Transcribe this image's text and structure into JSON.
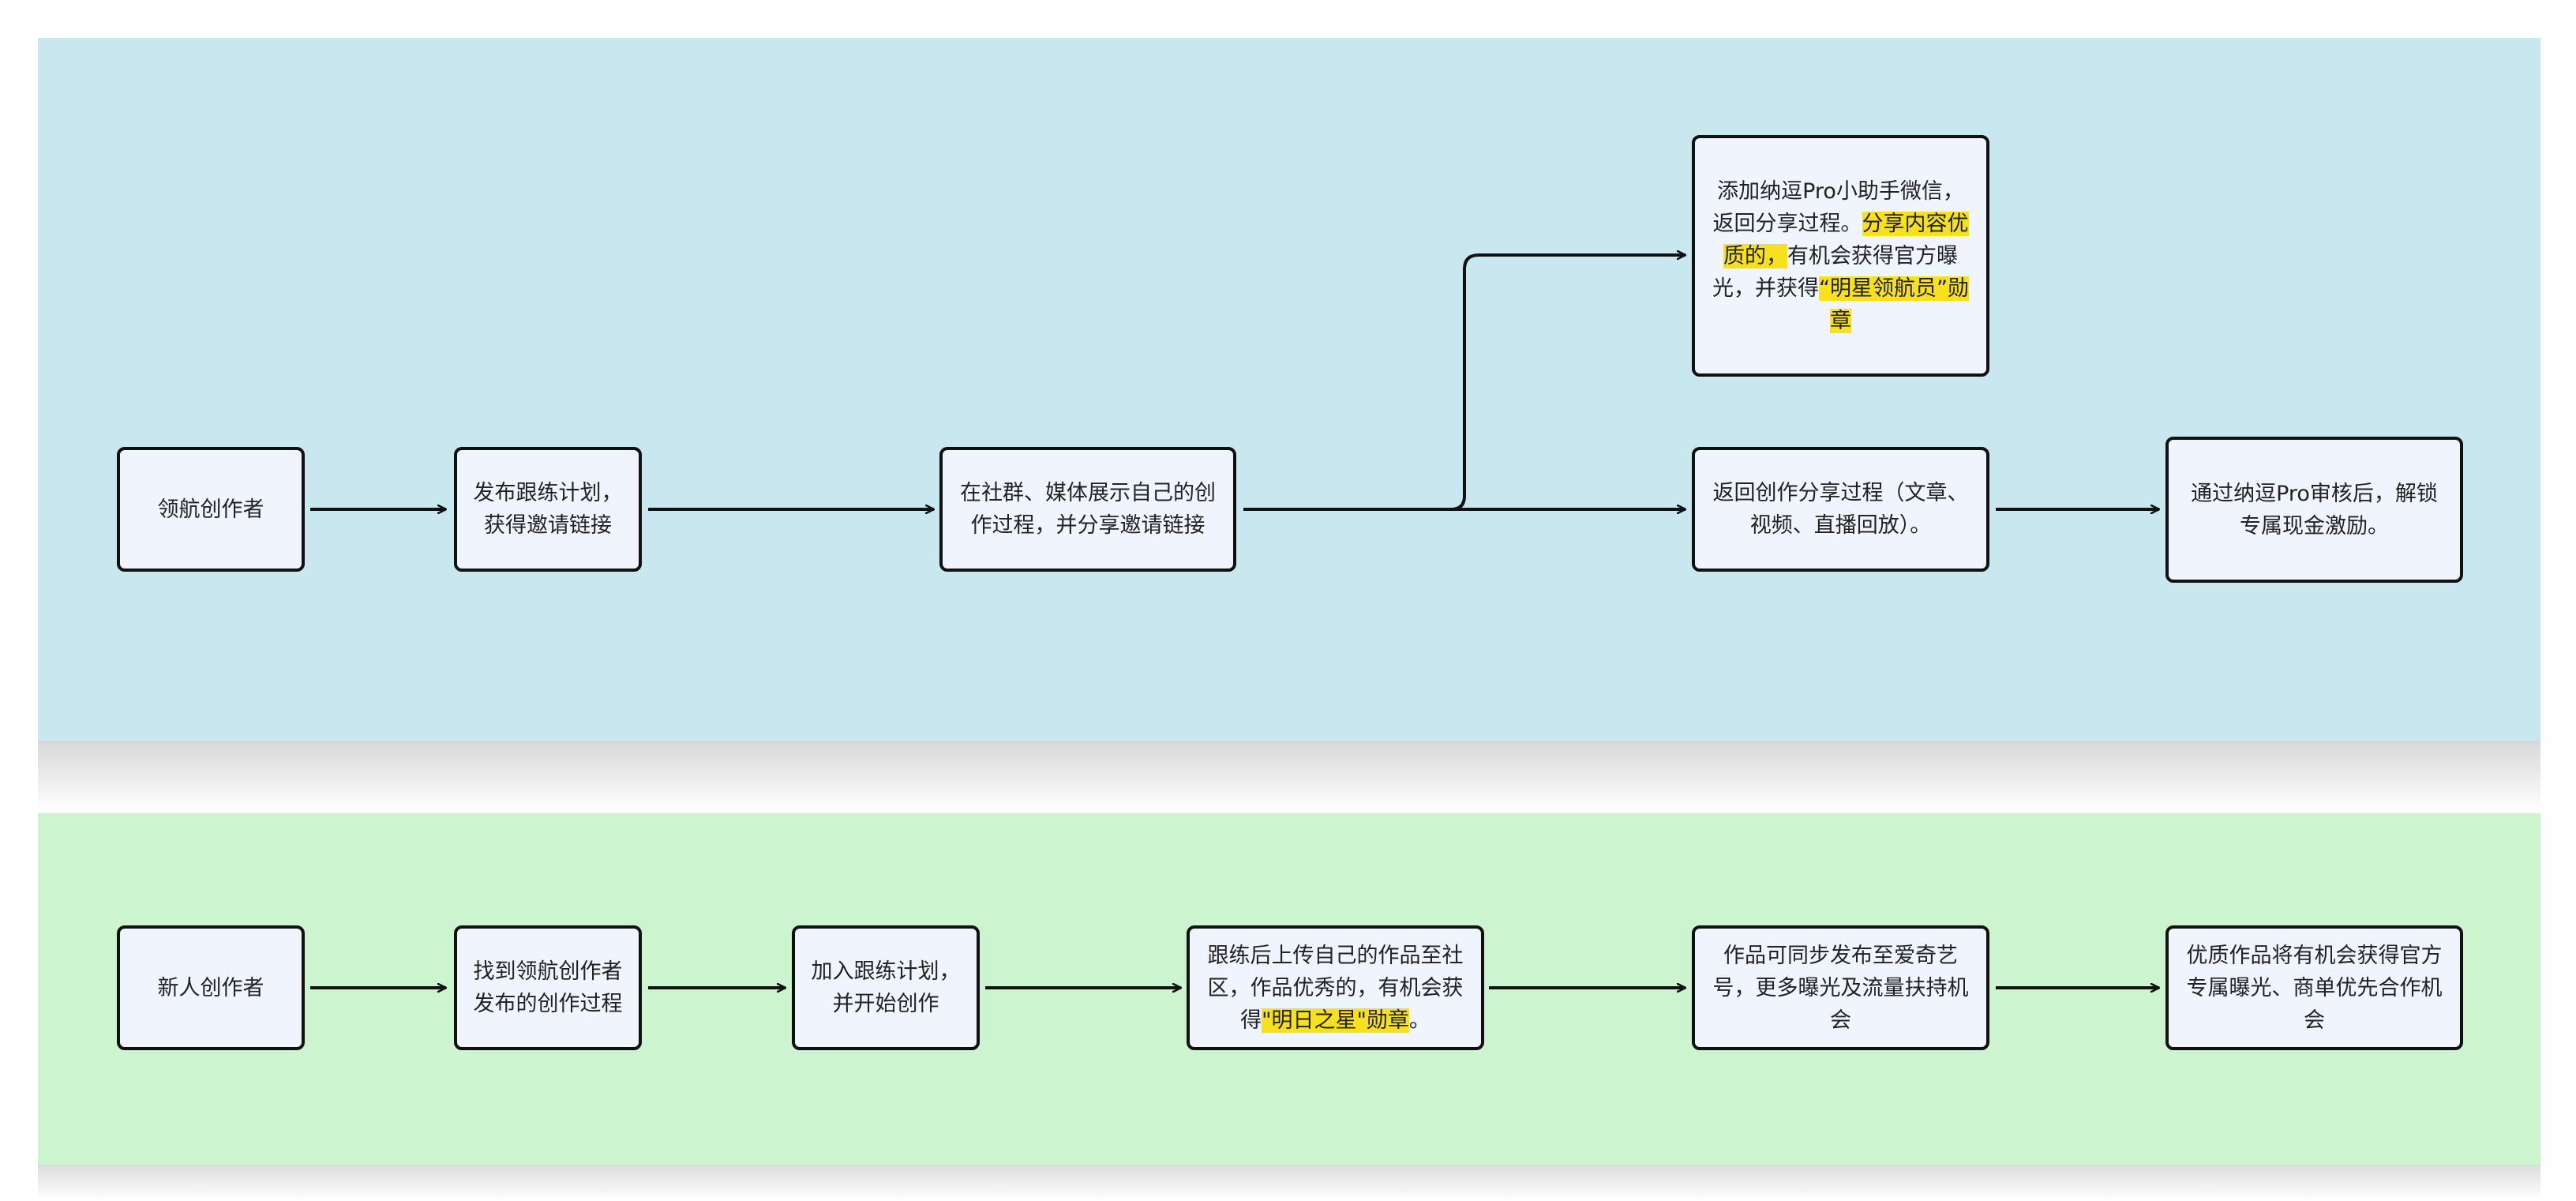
{
  "lanes": {
    "top": {
      "start": "领航创作者",
      "step1": "发布跟练计划，获得邀请链接",
      "step2": "在社群、媒体展示自己的创作过程，并分享邀请链接",
      "branch": {
        "pre": "添加纳逗Pro小助手微信，返回分享过程。",
        "hl1": "分享内容优质的，",
        "mid": "有机会获得官方曝光，并获得",
        "hl2": "“明星领航员”勋章"
      },
      "step3": "返回创作分享过程（文章、视频、直播回放）。",
      "step4": "通过纳逗Pro审核后，解锁专属现金激励。"
    },
    "bottom": {
      "start": "新人创作者",
      "step1": "找到领航创作者发布的创作过程",
      "step2": "加入跟练计划，并开始创作",
      "step3": {
        "pre": "跟练后上传自己的作品至社区，作品优秀的，有机会获得",
        "hl": "\"明日之星\"勋章",
        "post": "。"
      },
      "step4": "作品可同步发布至爱奇艺号，更多曝光及流量扶持机会",
      "step5": "优质作品将有机会获得官方专属曝光、商单优先合作机会"
    }
  },
  "colors": {
    "top_lane": "#c8e7ef",
    "bottom_lane": "#ccf5cf",
    "box_fill": "#eff4fd",
    "highlight": "#f7e11c",
    "stroke": "#111111"
  }
}
